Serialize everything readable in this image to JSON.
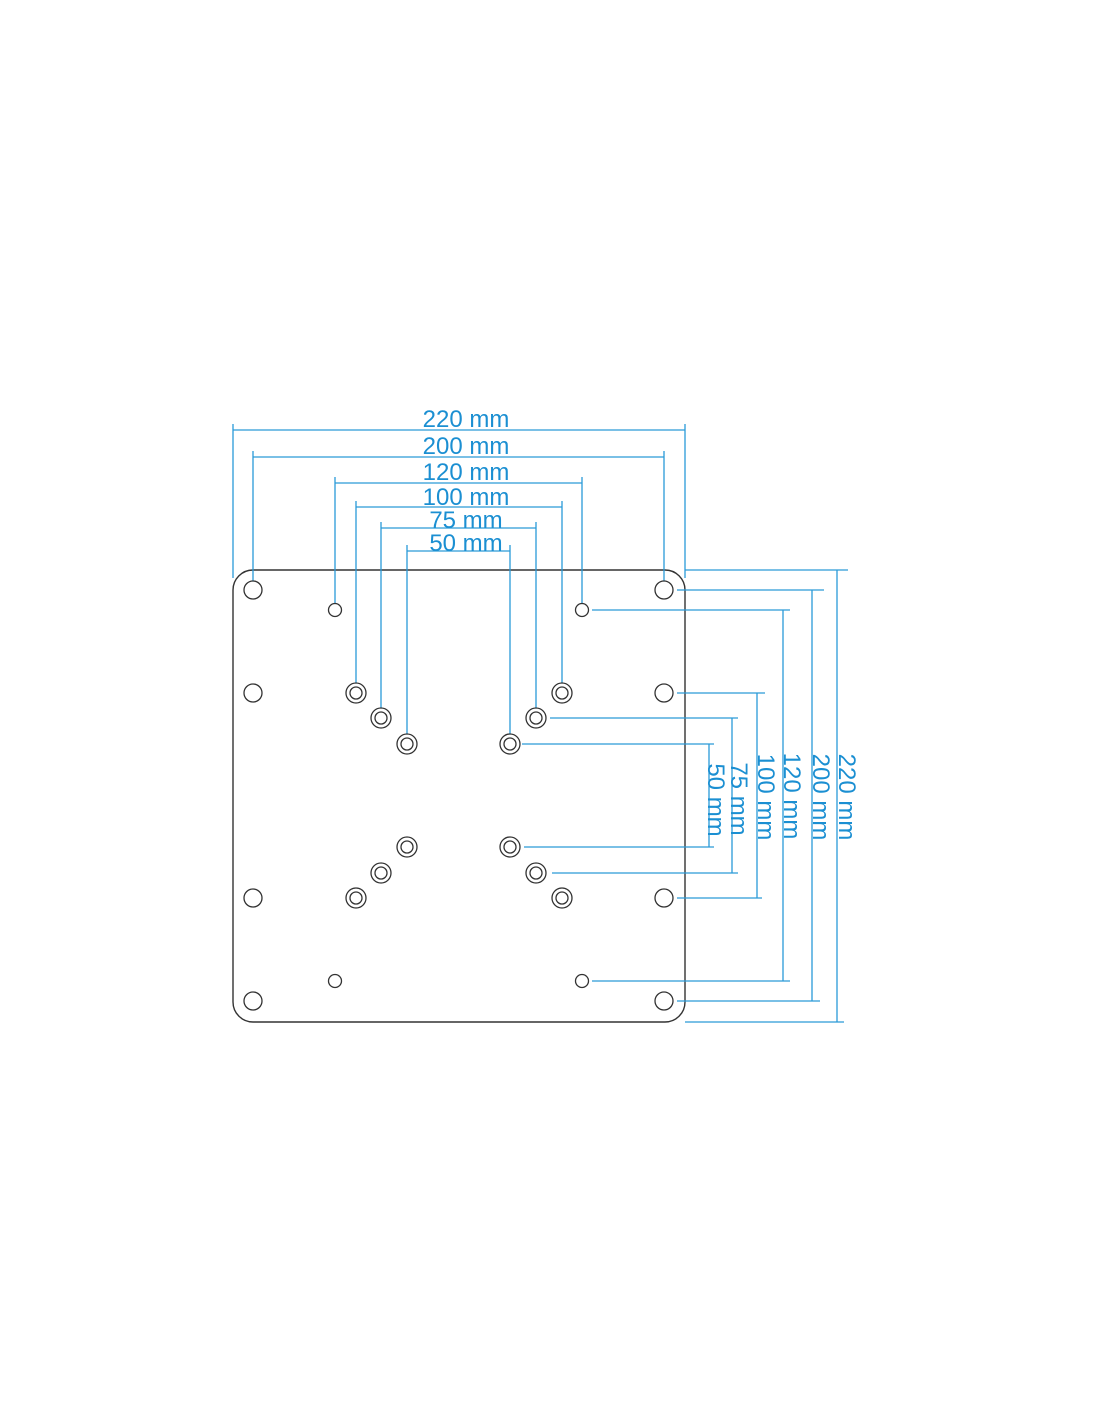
{
  "diagram": {
    "title": "VESA mounting plate hole pattern",
    "accent_color": "#1b8fd2",
    "horizontal_dimensions": [
      "220 mm",
      "200 mm",
      "120 mm",
      "100 mm",
      "75 mm",
      "50 mm"
    ],
    "vertical_dimensions": [
      "220 mm",
      "200 mm",
      "120 mm",
      "100 mm",
      "75 mm",
      "50 mm"
    ]
  }
}
